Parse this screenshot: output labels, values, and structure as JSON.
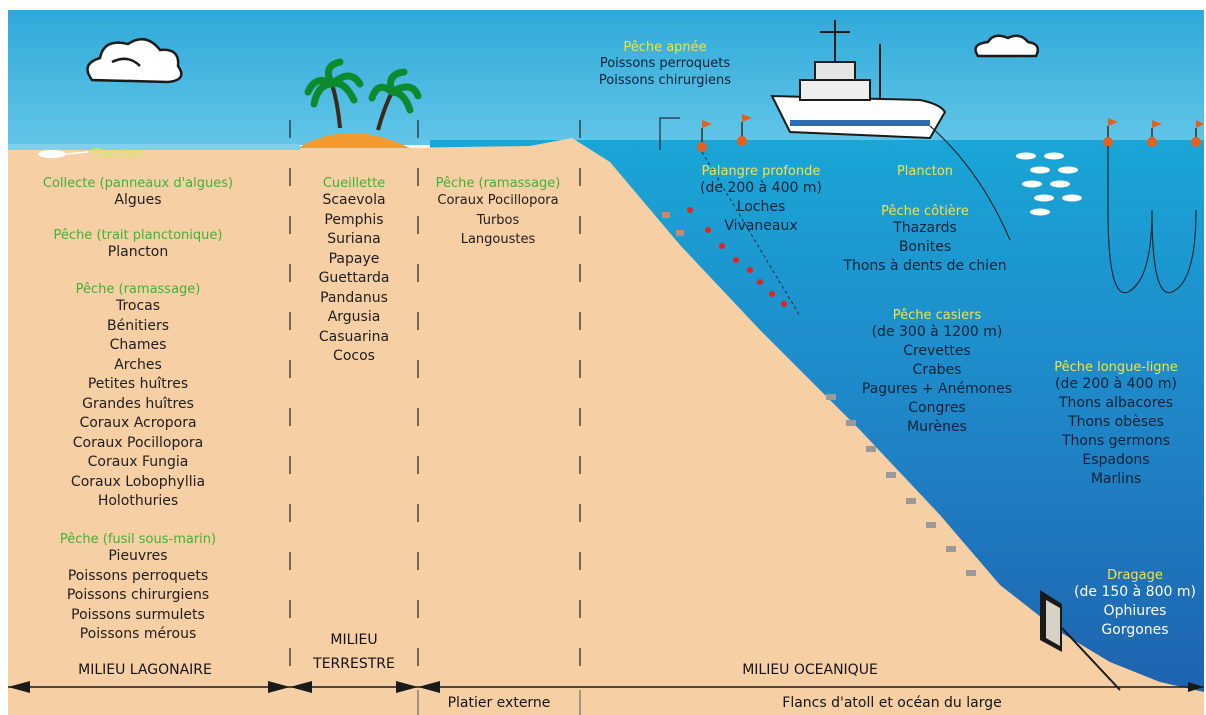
{
  "colors": {
    "sky": "#3fb6e0",
    "ocean": "#1e88c9",
    "sand": "#f6cfa5",
    "green": "#45b035",
    "yellow": "#f2e24a",
    "buoy": "#e5601f"
  },
  "icons": [
    "cloud-icon",
    "cloud-icon",
    "palm-tree-icon",
    "palm-tree-icon",
    "ship-icon",
    "buoy-icon",
    "fish-icon",
    "dredge-icon"
  ],
  "lagoon": {
    "plancton_surface": "Plancton",
    "collecte": {
      "title": "Collecte (panneaux d'algues)",
      "items": [
        "Algues"
      ]
    },
    "trait": {
      "title": "Pêche (trait planctonique)",
      "items": [
        "Plancton"
      ]
    },
    "ramassage": {
      "title": "Pêche (ramassage)",
      "items": [
        "Trocas",
        "Bénitiers",
        "Chames",
        "Arches",
        "Petites huîtres",
        "Grandes huîtres",
        "Coraux Acropora",
        "Coraux Pocillopora",
        "Coraux Fungia",
        "Coraux Lobophyllia",
        "Holothuries"
      ]
    },
    "fusil": {
      "title": "Pêche (fusil sous-marin)",
      "items": [
        "Pieuvres",
        "Poissons perroquets",
        "Poissons chirurgiens",
        "Poissons surmulets",
        "Poissons mérous"
      ]
    },
    "footer": "MILIEU LAGONAIRE"
  },
  "land": {
    "cueillette": {
      "title": "Cueillette",
      "items": [
        "Scaevola",
        "Pemphis",
        "Suriana",
        "Papaye",
        "Guettarda",
        "Pandanus",
        "Argusia",
        "Casuarina",
        "Cocos"
      ]
    },
    "footer_line1": "MILIEU",
    "footer_line2": "TERRESTRE"
  },
  "platier": {
    "ramassage": {
      "title": "Pêche (ramassage)",
      "items": [
        "Coraux Pocillopora",
        "Turbos",
        "Langoustes"
      ]
    },
    "footer": "Platier externe"
  },
  "ocean": {
    "apnee": {
      "title": "Pêche apnée",
      "items": [
        "Poissons perroquets",
        "Poissons chirurgiens"
      ]
    },
    "palangre": {
      "title": "Palangre profonde",
      "depth": "(de 200 à 400 m)",
      "items": [
        "Loches",
        "Vivaneaux"
      ]
    },
    "plancton": "Plancton",
    "cotiere": {
      "title": "Pêche côtière",
      "items": [
        "Thazards",
        "Bonites",
        "Thons à dents de chien"
      ]
    },
    "casiers": {
      "title": "Pêche casiers",
      "depth": "(de 300 à 1200 m)",
      "items": [
        "Crevettes",
        "Crabes",
        "Pagures + Anémones",
        "Congres",
        "Murènes"
      ]
    },
    "longue_ligne": {
      "title": "Pêche longue-ligne",
      "depth": "(de 200 à 400 m)",
      "items": [
        "Thons albacores",
        "Thons obèses",
        "Thons germons",
        "Espadons",
        "Marlins"
      ]
    },
    "dragage": {
      "title": "Dragage",
      "depth": "(de 150 à 800 m)",
      "items": [
        "Ophiures",
        "Gorgones"
      ]
    },
    "footer": "MILIEU OCEANIQUE",
    "flancs": "Flancs d'atoll et océan du large"
  }
}
